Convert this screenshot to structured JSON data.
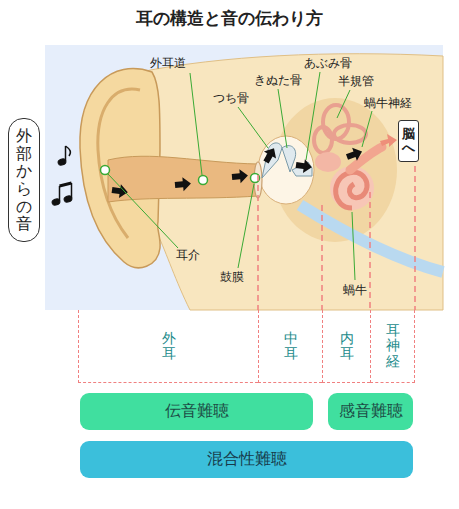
{
  "diagram": {
    "title": "耳の構造と音の伝わり方",
    "nodes": [
      {
        "text": [
          "外部からの音"
        ]
      },
      {
        "text": [
          "脳へ"
        ]
      },
      {
        "text": [
          "外耳"
        ]
      },
      {
        "text": [
          "中耳"
        ]
      },
      {
        "text": [
          "内耳"
        ]
      },
      {
        "text": [
          "耳神経"
        ]
      },
      {
        "text": [
          "伝音難聴"
        ]
      },
      {
        "text": [
          "感音難聴"
        ]
      },
      {
        "text": [
          "混合性難聴"
        ]
      }
    ],
    "labels": [
      "外耳道",
      "つち骨",
      "きぬた骨",
      "あぶみ骨",
      "半規管",
      "蝸牛神経",
      "耳介",
      "鼓膜",
      "蝸牛"
    ]
  }
}
